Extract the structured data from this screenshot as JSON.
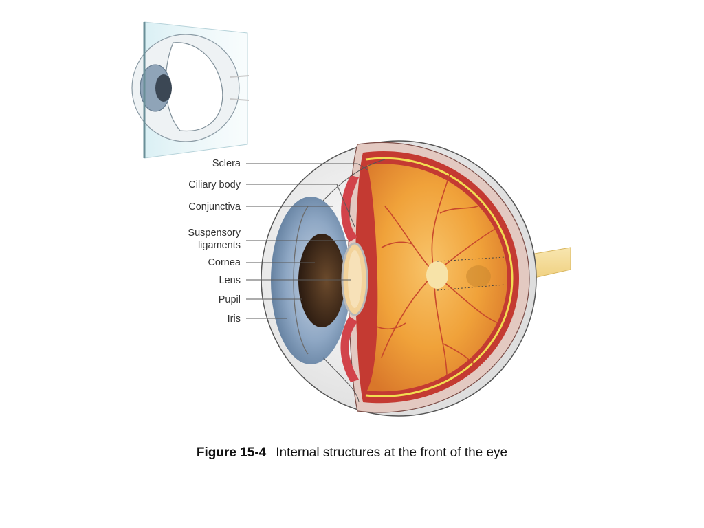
{
  "labels": {
    "sclera": "Sclera",
    "ciliary_body": "Ciliary body",
    "conjunctiva": "Conjunctiva",
    "suspensory_1": "Suspensory",
    "suspensory_2": "ligaments",
    "cornea": "Cornea",
    "lens": "Lens",
    "pupil": "Pupil",
    "iris": "Iris"
  },
  "caption": {
    "number": "Figure 15-4",
    "text": "Internal structures at the front of the eye"
  },
  "colors": {
    "retina_orange": "#f0a23a",
    "choroid_red": "#c0392b",
    "iris_blue": "#7f9cbc",
    "optic_nerve": "#f6dc9a",
    "sclera": "#e9e9e9"
  }
}
